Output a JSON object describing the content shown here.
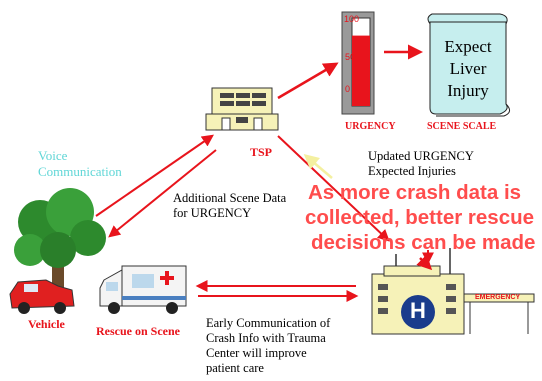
{
  "labels": {
    "tsp": "TSP",
    "urgency": "URGENCY",
    "scene_scale": "SCENE SCALE",
    "voice_line1": "Voice",
    "voice_line2": "Communication",
    "additional_line1": "Additional Scene Data",
    "additional_line2": "for URGENCY",
    "updated_line1": "Updated URGENCY",
    "updated_line2": "Expected Injuries",
    "headline_line1": "As more crash data is",
    "headline_line2": "collected, better rescue",
    "headline_line3": "decisions can be made",
    "vehicle": "Vehicle",
    "rescue": "Rescue on Scene",
    "early_line1": "Early Communication of",
    "early_line2": "Crash Info with Trauma",
    "early_line3": "Center will improve",
    "early_line4": "patient care"
  },
  "gauge": {
    "ticks": [
      "100",
      "50",
      "0"
    ],
    "level": 0.8
  },
  "scroll": {
    "line1": "Expect",
    "line2": "Liver",
    "line3": "Injury"
  },
  "hospital": {
    "h": "H",
    "emergency": "EMERGENCY"
  },
  "colors": {
    "arrow": "#e8141c",
    "voice": "#5fd6d6",
    "headline": "#ff4d4d",
    "scroll_fill": "#c6eeee",
    "hospital_badge": "#1a3c8c"
  }
}
